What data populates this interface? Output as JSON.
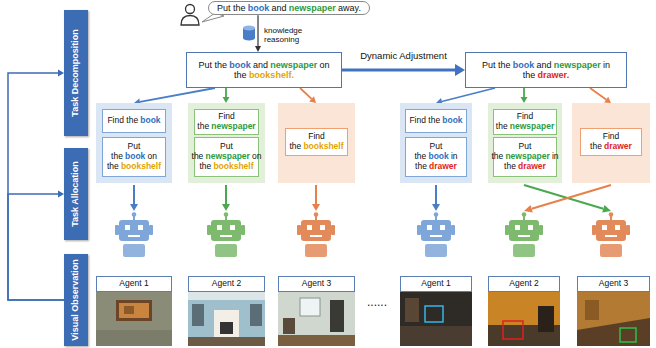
{
  "diagram": {
    "nodes": [
      {
        "text": [
          "Task Decomposition"
        ]
      },
      {
        "text": [
          "Task Allocation"
        ]
      },
      {
        "text": [
          "Visual Observation"
        ]
      },
      {
        "text": [
          "Put the",
          "book",
          "and",
          "newspaper",
          "away."
        ]
      },
      {
        "text": [
          "Put the",
          "book",
          "and",
          "newspaper",
          "on the",
          "bookshelf."
        ]
      },
      {
        "text": [
          "Put the",
          "book",
          "and",
          "newspaper",
          "in the",
          "drawer."
        ]
      },
      {
        "text": []
      },
      {
        "text": [
          "Find the",
          "book"
        ],
        "in": 6
      },
      {
        "text": [
          "Put the",
          "book",
          "on the",
          "bookshelf"
        ],
        "in": 6
      },
      {
        "text": []
      },
      {
        "text": [
          "Find the",
          "newspaper"
        ],
        "in": 9
      },
      {
        "text": [
          "Put the",
          "newspaper",
          "on the",
          "bookshelf"
        ],
        "in": 9
      },
      {
        "text": []
      },
      {
        "text": [
          "Find the",
          "bookshelf"
        ],
        "in": 12
      },
      {
        "text": []
      },
      {
        "text": [
          "Find the",
          "book"
        ],
        "in": 14
      },
      {
        "text": [
          "Put the",
          "book",
          "in the",
          "drawer"
        ],
        "in": 14
      },
      {
        "text": []
      },
      {
        "text": [
          "Find the",
          "newspaper"
        ],
        "in": 17
      },
      {
        "text": [
          "Put the",
          "newspaper",
          "in the",
          "drawer"
        ],
        "in": 17
      },
      {
        "text": []
      },
      {
        "text": [
          "Find the",
          "drawer"
        ],
        "in": 20
      },
      {
        "text": [
          "Agent 1"
        ]
      },
      {
        "text": [
          "Agent 2"
        ]
      },
      {
        "text": [
          "Agent 3"
        ]
      },
      {
        "text": [
          "Agent 1"
        ]
      },
      {
        "text": [
          "Agent 2"
        ]
      },
      {
        "text": [
          "Agent 3"
        ]
      }
    ],
    "edges": [
      {
        "from": 3,
        "to": 4,
        "arrow": "to"
      },
      {
        "from": 4,
        "to": 5,
        "label": "Dynamic Adjustment",
        "arrow": "to"
      },
      {
        "from": 4,
        "to": 6,
        "arrow": "to"
      },
      {
        "from": 4,
        "to": 9,
        "arrow": "to"
      },
      {
        "from": 4,
        "to": 12,
        "arrow": "to"
      },
      {
        "from": 5,
        "to": 14,
        "arrow": "to"
      },
      {
        "from": 5,
        "to": 17,
        "arrow": "to"
      },
      {
        "from": 5,
        "to": 20,
        "arrow": "to"
      },
      {
        "from": 2,
        "to": 0,
        "arrow": "to"
      },
      {
        "from": 2,
        "to": 1,
        "arrow": "to"
      }
    ],
    "labels": [
      "knowledge reasoning",
      "......"
    ]
  }
}
